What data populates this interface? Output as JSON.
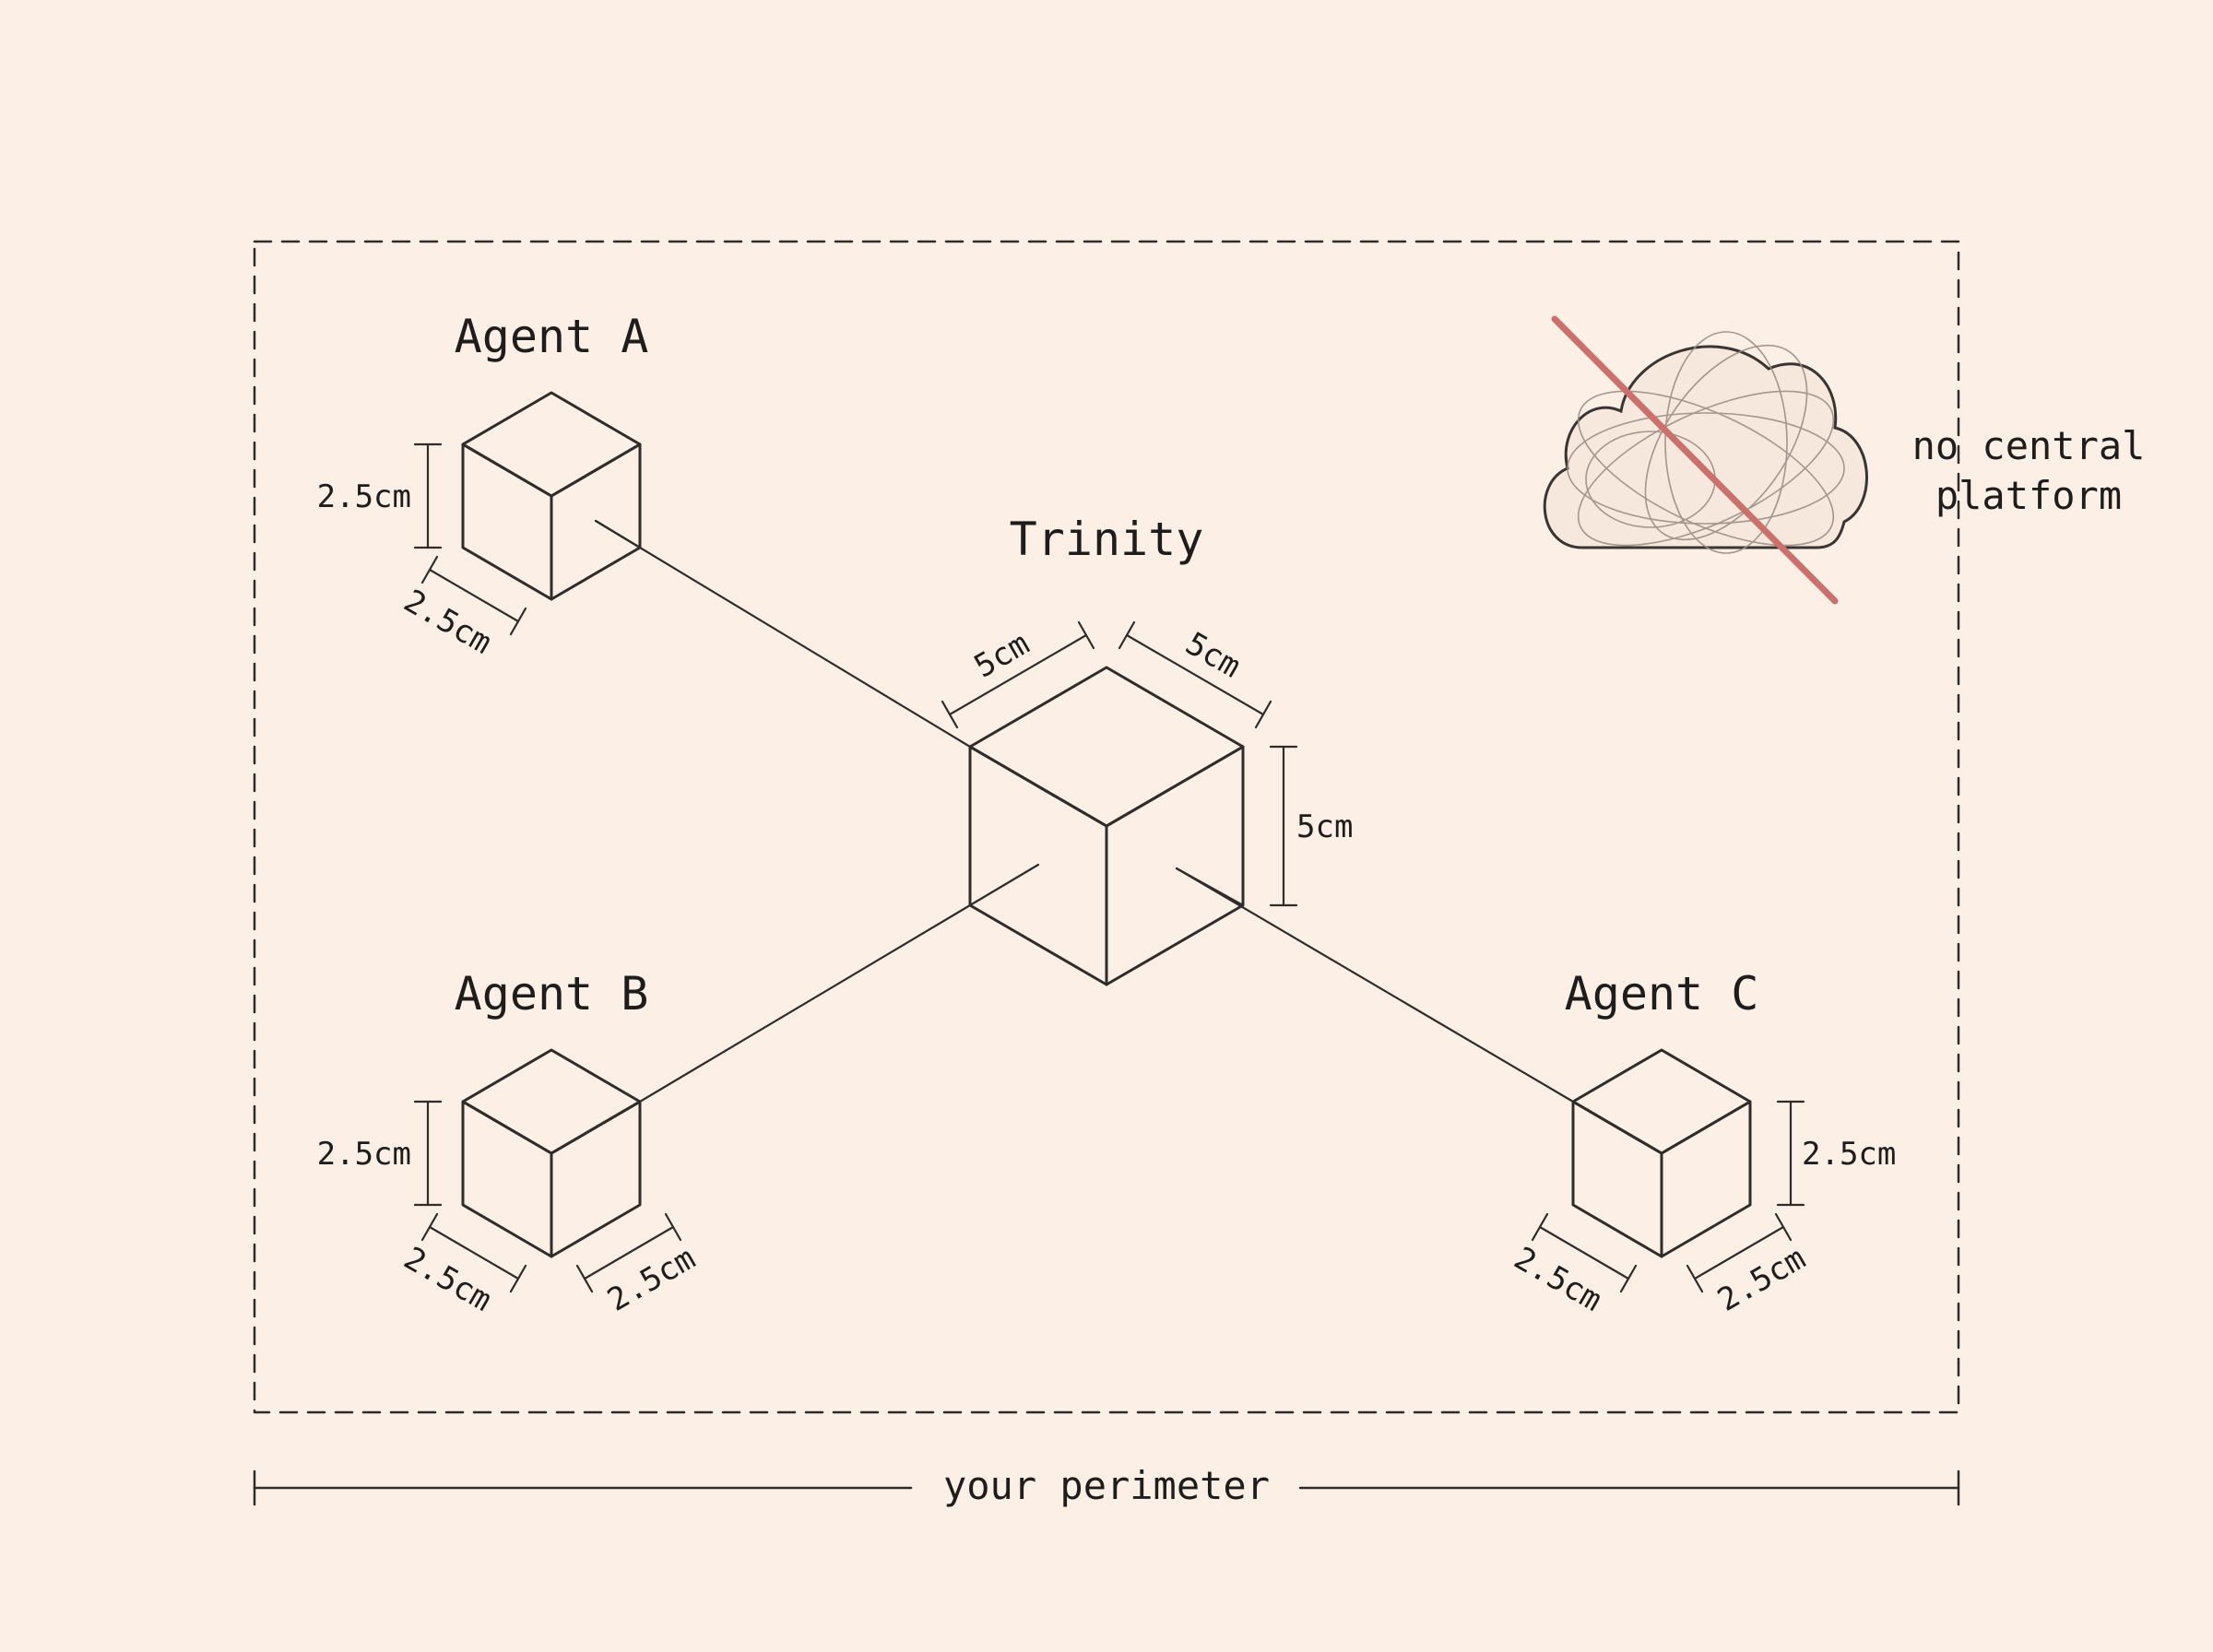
{
  "colors": {
    "background": "#fcefe5",
    "ink": "#2f2c2a",
    "strike": "#cc706b"
  },
  "hub": {
    "title": "Trinity",
    "dims": [
      "5cm",
      "5cm",
      "5cm"
    ]
  },
  "agents": [
    {
      "id": "a",
      "title": "Agent A",
      "dims": [
        "2.5cm",
        "2.5cm"
      ]
    },
    {
      "id": "b",
      "title": "Agent B",
      "dims": [
        "2.5cm",
        "2.5cm",
        "2.5cm"
      ]
    },
    {
      "id": "c",
      "title": "Agent C",
      "dims": [
        "2.5cm",
        "2.5cm",
        "2.5cm"
      ]
    }
  ],
  "cloud": {
    "icon": "cloud-icon",
    "note_line1": "no central",
    "note_line2": "platform"
  },
  "perimeter": {
    "label": "your perimeter"
  }
}
